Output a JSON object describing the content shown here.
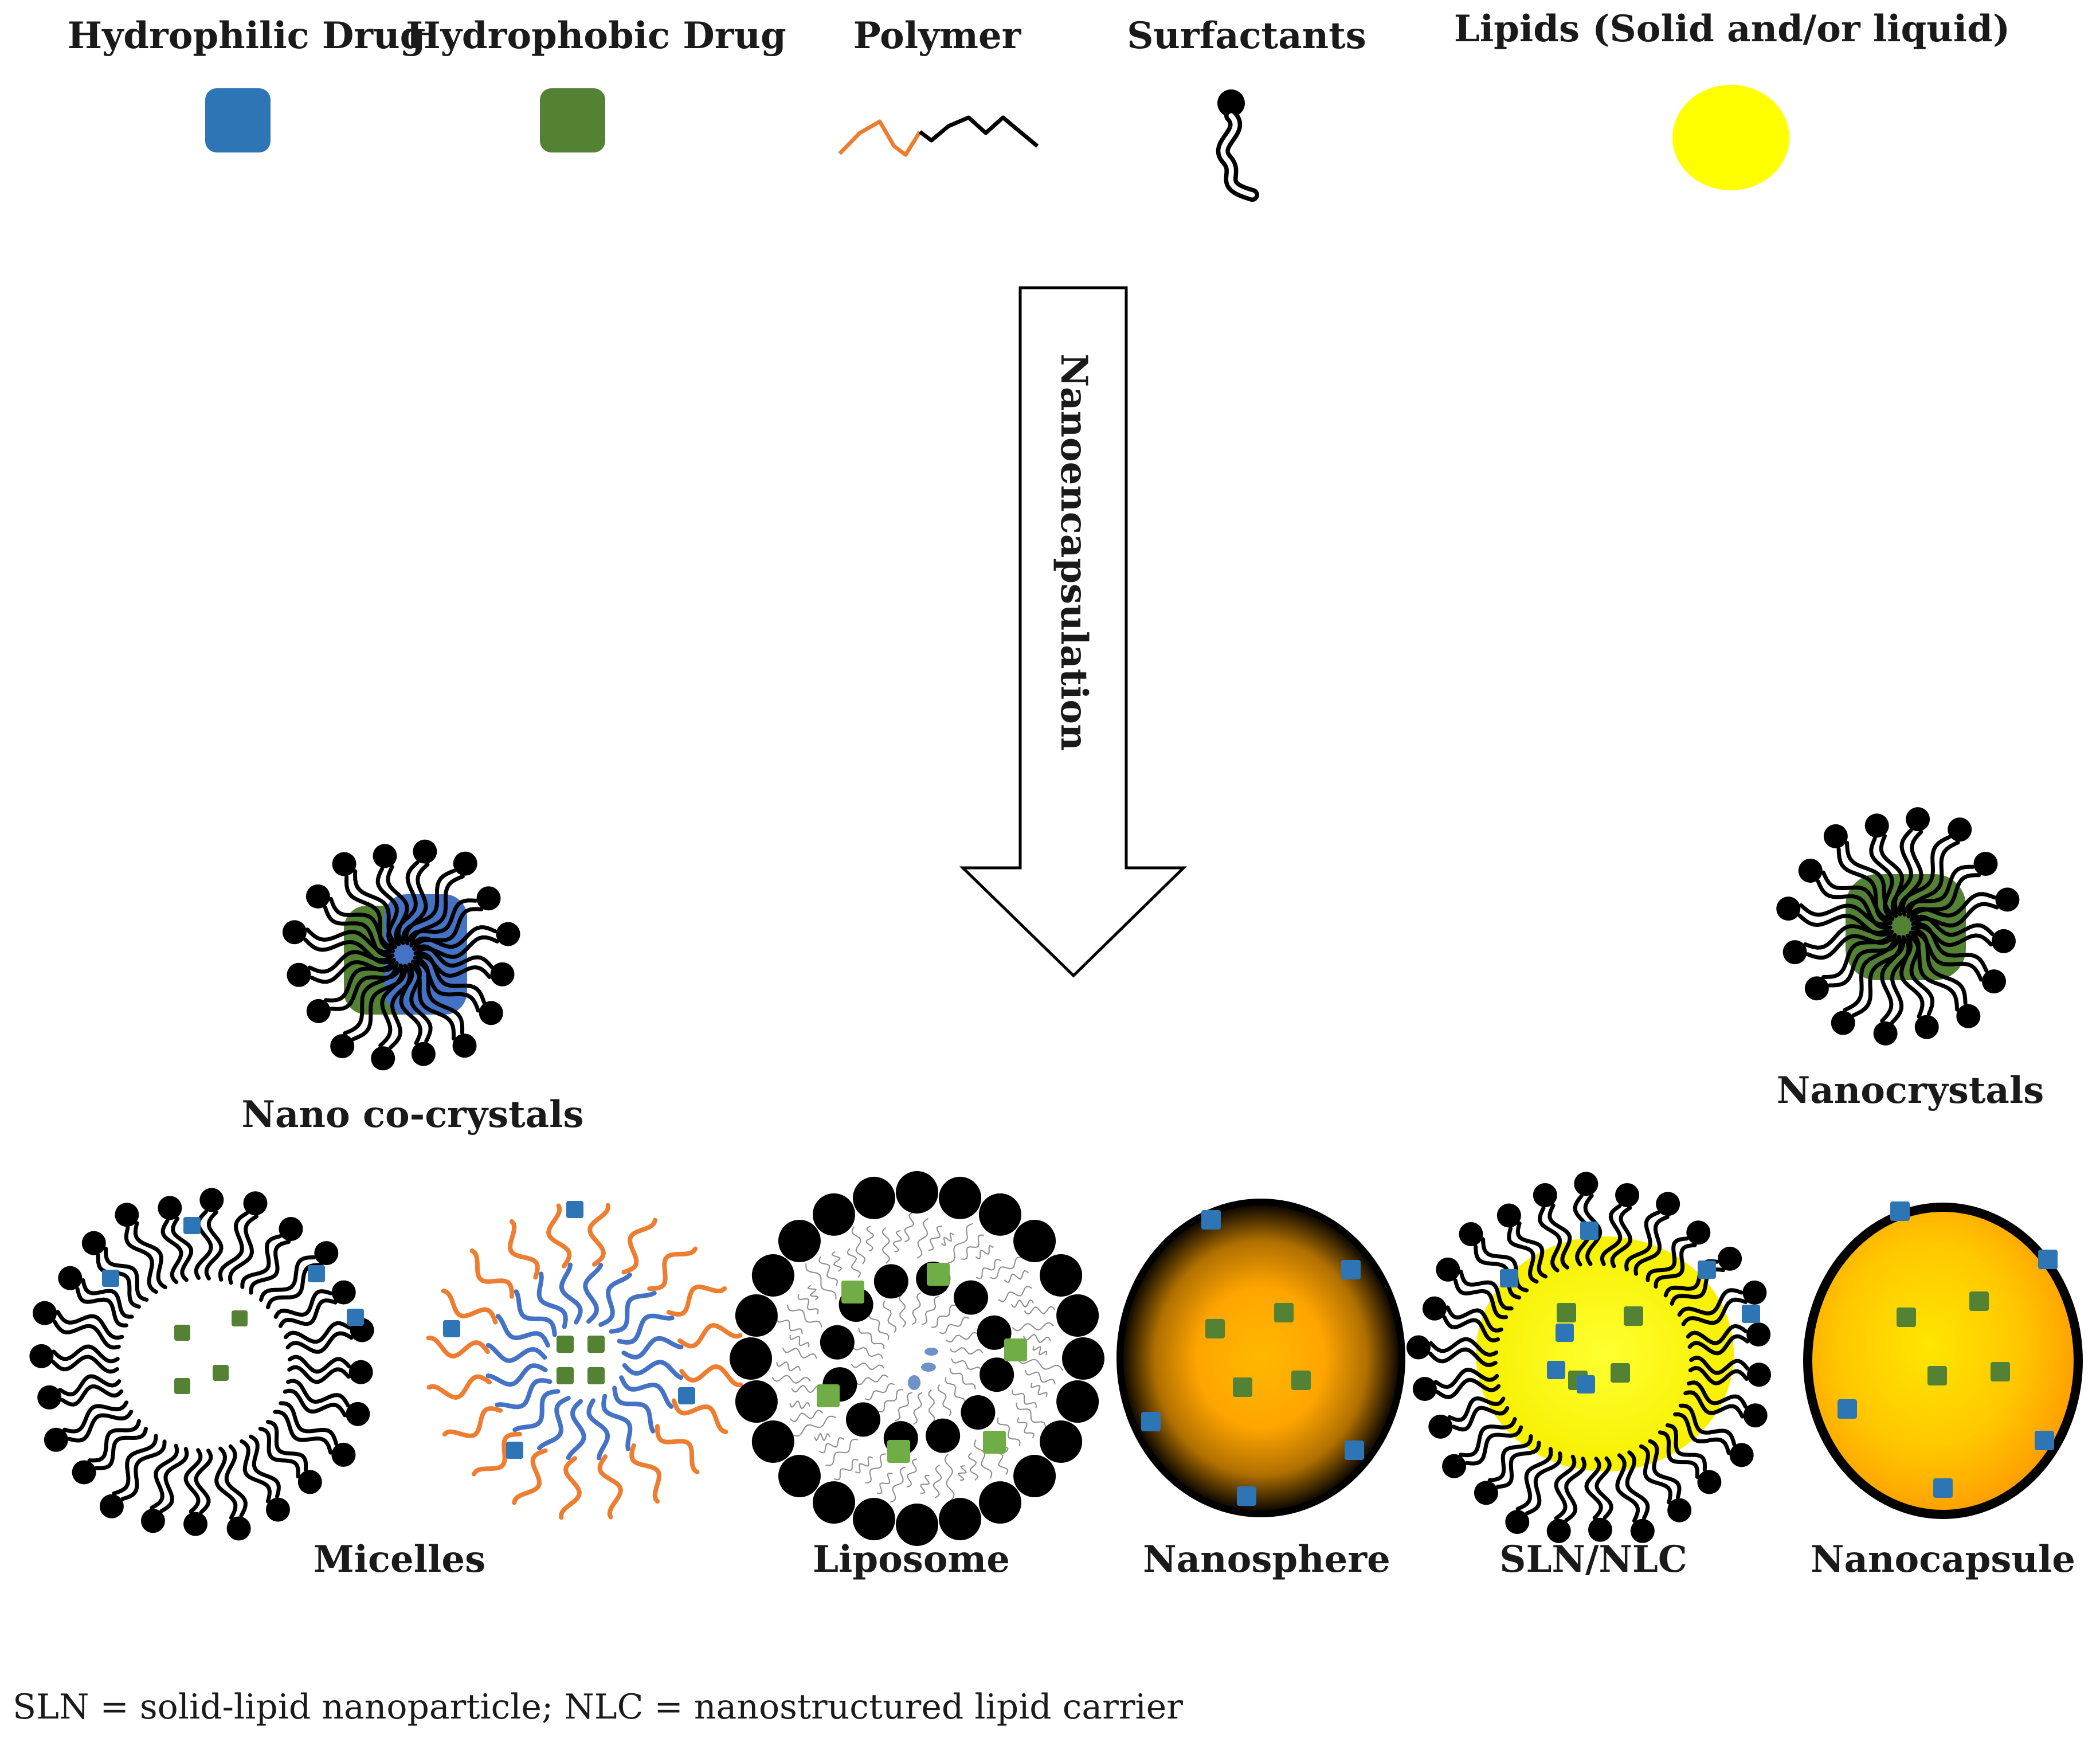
{
  "legend": {
    "hydrophilic_drug": "Hydrophilic Drug",
    "hydrophobic_drug": "Hydrophobic Drug",
    "polymer": "Polymer",
    "surfactants": "Surfactants",
    "lipids": "Lipids (Solid and/or liquid)"
  },
  "process_label": "Nanoencapsulation",
  "carriers": {
    "nano_cocrystals": "Nano co-crystals",
    "nanocrystals": "Nanocrystals",
    "micelles": "Micelles",
    "liposome": "Liposome",
    "nanosphere": "Nanosphere",
    "sln_nlc": "SLN/NLC",
    "nanocapsule": "Nanocapsule"
  },
  "footnote": "SLN = solid-lipid nanoparticle; NLC = nanostructured lipid carrier",
  "colors": {
    "hydrophilic_drug": "#2e75b6",
    "hydrophobic_drug": "#548235",
    "liposome_drug": "#70ad47",
    "polymer_orange": "#ed7d31",
    "polymer_blue": "#4472c4",
    "lipid_yellow": "#ffff00",
    "core_orange": "#ffc000",
    "surfactant": "#000000"
  }
}
